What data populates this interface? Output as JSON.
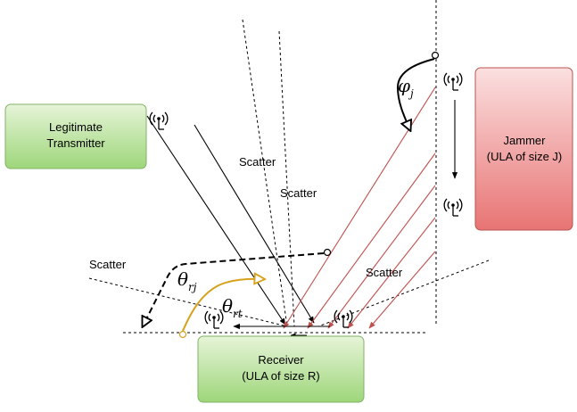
{
  "boxes": {
    "transmitter": {
      "line1": "Legitimate",
      "line2": "Transmitter"
    },
    "jammer": {
      "line1": "Jammer",
      "line2": "(ULA of size J)"
    },
    "receiver": {
      "line1": "Receiver",
      "line2": "(ULA of size R)"
    }
  },
  "scatter_labels": [
    "Scatter",
    "Scatter",
    "Scatter",
    "Scatter"
  ],
  "angles": {
    "phi": {
      "base": "φ",
      "sub": "j"
    },
    "theta_rj": {
      "base": "θ",
      "sub": "rj"
    },
    "theta_rt": {
      "base": "θ",
      "sub": "rt"
    }
  },
  "colors": {
    "green_top": "#e6f4d8",
    "green_bottom": "#9ed67a",
    "green_stroke": "#82b366",
    "red_top": "#fbe0e0",
    "red_bottom": "#e87474",
    "red_stroke": "#b85450",
    "ray_red": "#c0504d",
    "ray_gold": "#d6a21c"
  },
  "icons": [
    "antenna-icon"
  ]
}
